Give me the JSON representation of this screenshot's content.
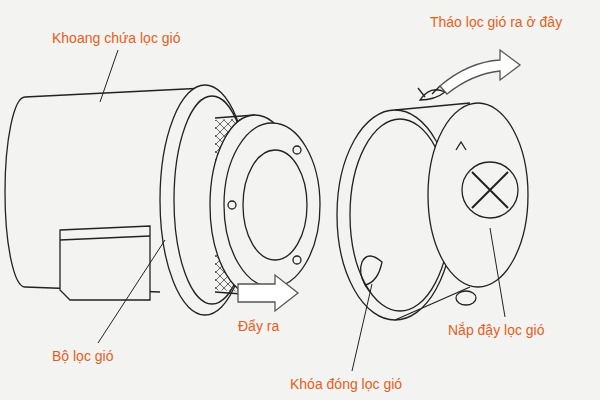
{
  "diagram": {
    "labels": [
      "Khoang chứa lọc gió",
      "Tháo lọc gió ra ở đây",
      "Đẩy ra",
      "Nắp đậy lọc gió",
      "Bộ lọc gió",
      "Khóa đóng lọc gió"
    ]
  }
}
